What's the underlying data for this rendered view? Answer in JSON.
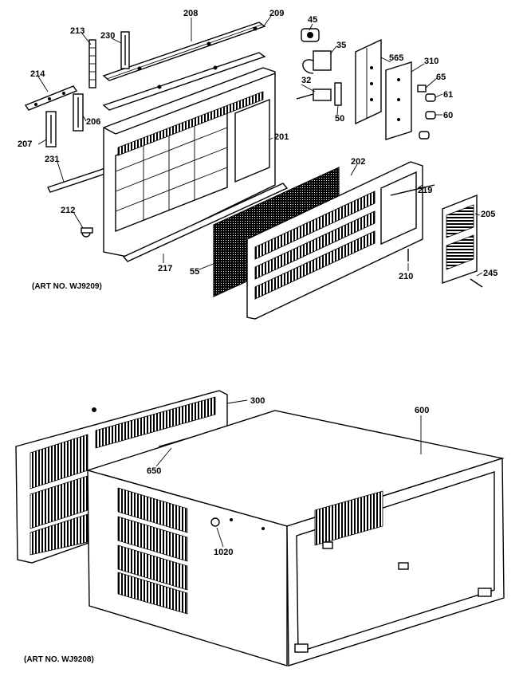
{
  "diagram": {
    "art_numbers": {
      "top": "(ART NO. WJ9209)",
      "bottom": "(ART NO. WJ9208)"
    },
    "part_labels": {
      "p208": "208",
      "p209": "209",
      "p213": "213",
      "p230": "230",
      "p45": "45",
      "p35": "35",
      "p565": "565",
      "p310": "310",
      "p65": "65",
      "p61": "61",
      "p60": "60",
      "p32": "32",
      "p50": "50",
      "p214": "214",
      "p206": "206",
      "p207": "207",
      "p201": "201",
      "p231": "231",
      "p202": "202",
      "p219": "219",
      "p212": "212",
      "p205": "205",
      "p217": "217",
      "p55": "55",
      "p210": "210",
      "p245": "245",
      "p300": "300",
      "p600": "600",
      "p650": "650",
      "p1020": "1020"
    }
  }
}
